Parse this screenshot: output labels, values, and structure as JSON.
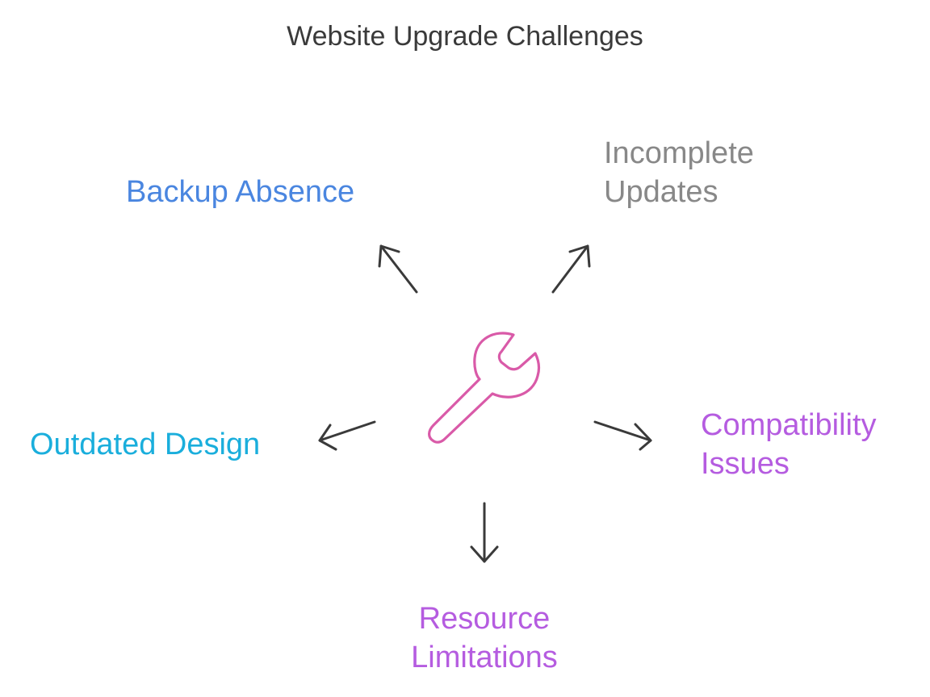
{
  "title": "Website Upgrade Challenges",
  "center_icon": "wrench-icon",
  "colors": {
    "icon": "#d95aa8",
    "arrow": "#3a3a3a",
    "backup": "#4a86e0",
    "incomplete": "#888888",
    "outdated": "#1aaedc",
    "compatibility": "#b55ce0",
    "resource": "#b55ce0"
  },
  "nodes": [
    {
      "id": "backup",
      "lines": [
        "Backup Absence"
      ]
    },
    {
      "id": "incomplete",
      "lines": [
        "Incomplete",
        "Updates"
      ]
    },
    {
      "id": "outdated",
      "lines": [
        "Outdated Design"
      ]
    },
    {
      "id": "compatibility",
      "lines": [
        "Compatibility",
        "Issues"
      ]
    },
    {
      "id": "resource",
      "lines": [
        "Resource",
        "Limitations"
      ]
    }
  ]
}
